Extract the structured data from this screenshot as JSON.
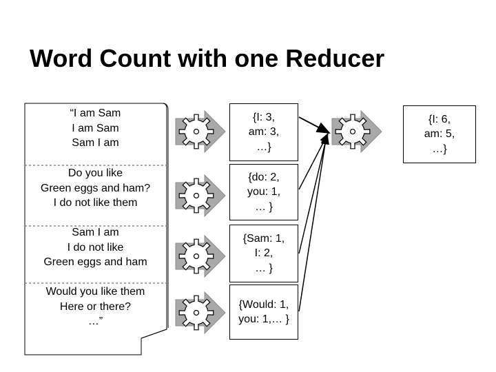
{
  "title": "Word Count with one Reducer",
  "input_splits": [
    {
      "lines": [
        "“I am Sam",
        "I am Sam",
        "Sam I am"
      ]
    },
    {
      "lines": [
        "Do you like",
        "Green eggs and ham?",
        "I do not like them"
      ]
    },
    {
      "lines": [
        "Sam I am",
        "I do not like",
        "Green eggs and ham"
      ]
    },
    {
      "lines": [
        "Would you like them",
        "Here or there?",
        "…”"
      ]
    }
  ],
  "map_outputs": [
    {
      "lines": [
        "{I: 3,",
        "am: 3,",
        "…}"
      ]
    },
    {
      "lines": [
        "{do: 2,",
        "you: 1,",
        "… }"
      ]
    },
    {
      "lines": [
        "{Sam: 1,",
        "I: 2,",
        "… }"
      ]
    },
    {
      "lines": [
        "{Would: 1,",
        "you: 1,… }"
      ]
    }
  ],
  "reduce_output": {
    "lines": [
      "{I: 6,",
      "am: 5,",
      "…}"
    ]
  },
  "icons": {
    "mapper": "gear-arrow-icon",
    "reducer": "gear-arrow-icon"
  }
}
